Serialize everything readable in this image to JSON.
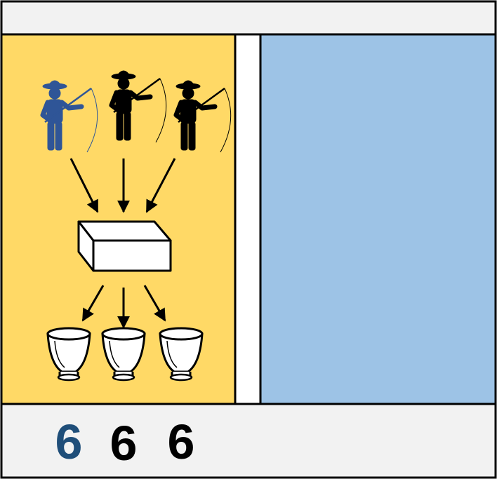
{
  "colors": {
    "frame": "#000000",
    "top_bar": "#f2f2f2",
    "bottom_bar": "#f2f2f2",
    "left_panel": "#ffd966",
    "right_panel": "#9dc3e6",
    "separator": "#ffffff",
    "highlight": "#2f5597",
    "highlight_number": "#1f4e79",
    "normal": "#000000",
    "box_fill": "#ffffff"
  },
  "fishermen": [
    {
      "icon": "fisherman-icon",
      "color": "blue"
    },
    {
      "icon": "fisherman-icon",
      "color": "black"
    },
    {
      "icon": "fisherman-icon",
      "color": "black"
    }
  ],
  "box": {
    "icon": "open-box-icon"
  },
  "bowls": [
    {
      "icon": "bowl-icon"
    },
    {
      "icon": "bowl-icon"
    },
    {
      "icon": "bowl-icon"
    }
  ],
  "counts": [
    {
      "value": "6",
      "color": "highlight"
    },
    {
      "value": "6",
      "color": "normal"
    },
    {
      "value": "6",
      "color": "normal"
    }
  ]
}
